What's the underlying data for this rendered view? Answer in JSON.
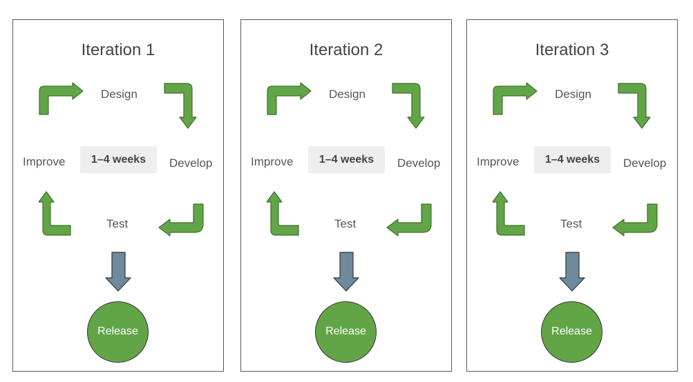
{
  "colors": {
    "cycle_arrow": "#62a547",
    "release_arrow": "#6e8a9c",
    "release_circle": "#62a547",
    "duration_badge": "#eeeeee",
    "border": "#555555"
  },
  "iterations": [
    {
      "title": "Iteration 1",
      "steps": {
        "design": "Design",
        "develop": "Develop",
        "test": "Test",
        "improve": "Improve"
      },
      "duration": "1–4 weeks",
      "release": "Release"
    },
    {
      "title": "Iteration 2",
      "steps": {
        "design": "Design",
        "develop": "Develop",
        "test": "Test",
        "improve": "Improve"
      },
      "duration": "1–4 weeks",
      "release": "Release"
    },
    {
      "title": "Iteration 3",
      "steps": {
        "design": "Design",
        "develop": "Develop",
        "test": "Test",
        "improve": "Improve"
      },
      "duration": "1–4 weeks",
      "release": "Release"
    }
  ]
}
